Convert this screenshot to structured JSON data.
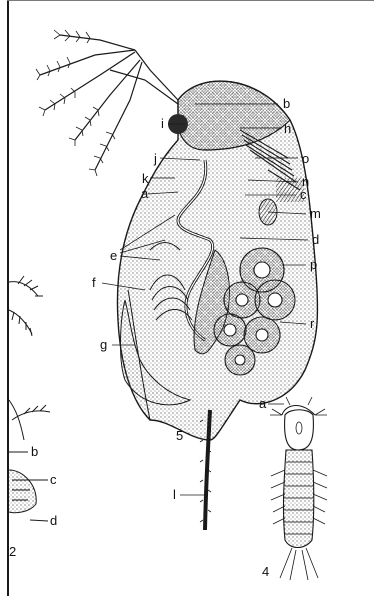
{
  "figure": {
    "specimen_numbers": {
      "main": "5",
      "small": "4",
      "edge": "2"
    },
    "labels_main": {
      "b": "b",
      "i": "i",
      "h": "h",
      "j": "j",
      "o": "o",
      "k": "k",
      "n": "n",
      "a": "a",
      "c": "c",
      "m": "m",
      "d": "d",
      "e": "e",
      "p": "p",
      "f": "f",
      "r": "r",
      "g": "g",
      "l": "l"
    },
    "labels_small": {
      "a": "a"
    },
    "labels_left": {
      "b": "b",
      "c": "c",
      "d": "d"
    }
  },
  "colors": {
    "ink": "#1a1a1a",
    "stipple": "#555555",
    "paper": "#ffffff"
  }
}
